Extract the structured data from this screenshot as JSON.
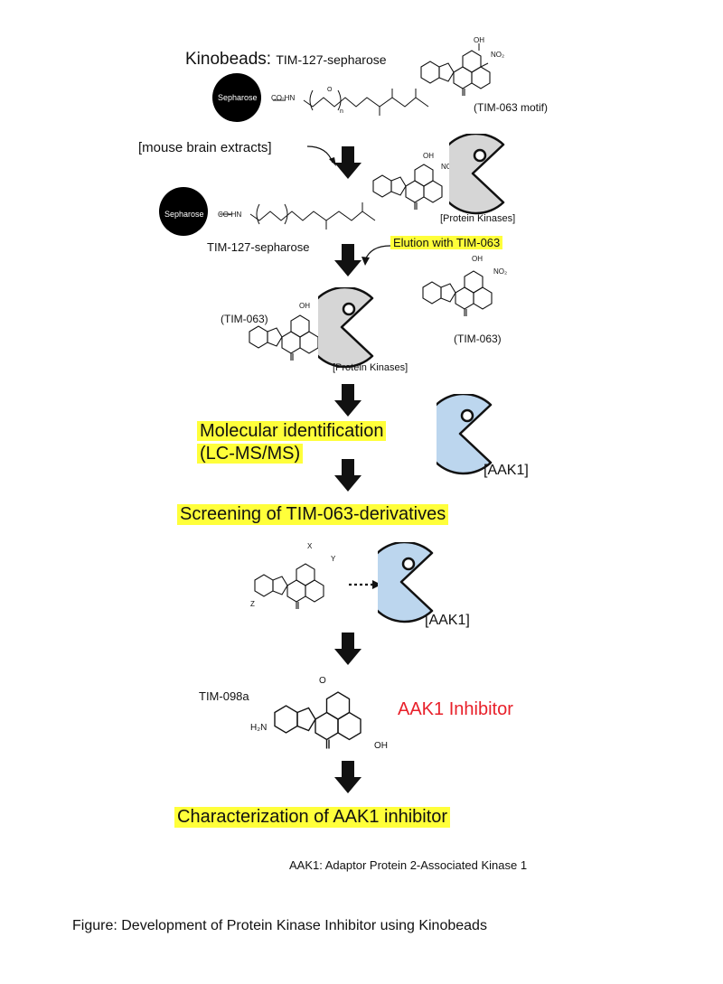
{
  "title": {
    "prefix": "Kinobeads:",
    "name": "TIM-127-sepharose"
  },
  "labels": {
    "sepharose": "Sepharose",
    "co_hn": "CO-HN",
    "n_sub": "n",
    "tim063_motif": "(TIM-063 motif)",
    "mouse_brain": "[mouse brain extracts]",
    "protein_kinases": "[Protein Kinases]",
    "tim127": "TIM-127-sepharose",
    "elution": "Elution with TIM-063",
    "tim063": "(TIM-063)",
    "molecular_id_1": "Molecular identification",
    "molecular_id_2": "(LC-MS/MS)",
    "aak1": "[AAK1]",
    "screening": "Screening of TIM-063-derivatives",
    "tim098a": "TIM-098a",
    "aak1_inhibitor": "AAK1 Inhibitor",
    "characterization": "Characterization of AAK1 inhibitor",
    "footnote": "AAK1: Adaptor Protein 2-Associated Kinase 1",
    "caption": "Figure: Development of Protein Kinase Inhibitor using Kinobeads"
  },
  "atoms": {
    "oh": "OH",
    "no2": "NO₂",
    "o": "O",
    "n": "N",
    "h": "H",
    "nh": "N",
    "x": "X",
    "y": "Y",
    "z": "Z",
    "h2n": "H₂N"
  },
  "colors": {
    "highlight": "#ffff3a",
    "pacman_gray": "#d6d6d6",
    "pacman_blue": "#bcd6ee",
    "inhibitor_red": "#e8202a"
  }
}
